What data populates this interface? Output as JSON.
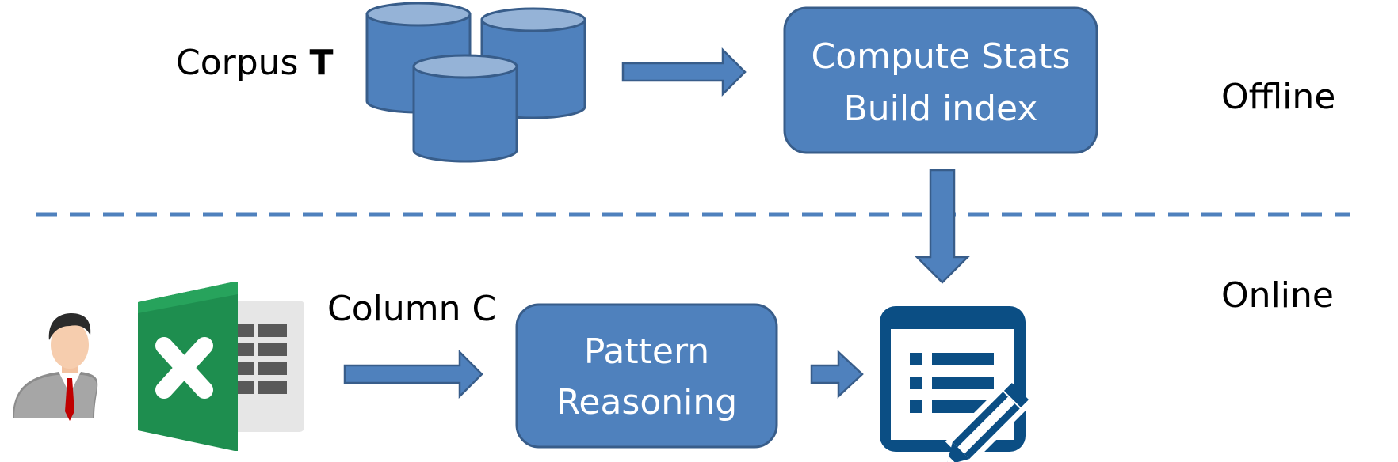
{
  "offline": {
    "corpus_label": "Corpus",
    "corpus_symbol": "T",
    "compute_box": {
      "line1": "Compute Stats",
      "line2": "Build index"
    },
    "section_label": "Offline"
  },
  "online": {
    "section_label": "Online",
    "column_label": "Column C",
    "pattern_box": {
      "line1": "Pattern",
      "line2": "Reasoning"
    }
  },
  "icons": {
    "corpus": "database-stack-icon",
    "user": "user-avatar-icon",
    "spreadsheet": "excel-spreadsheet-icon",
    "output": "form-edit-icon"
  },
  "colors": {
    "box_fill": "#4F81BD",
    "box_stroke": "#385D8A",
    "arrow_fill": "#4F81BD",
    "divider": "#4F81BD",
    "excel_green": "#1E8E4F",
    "form_blue": "#0B4E84"
  }
}
